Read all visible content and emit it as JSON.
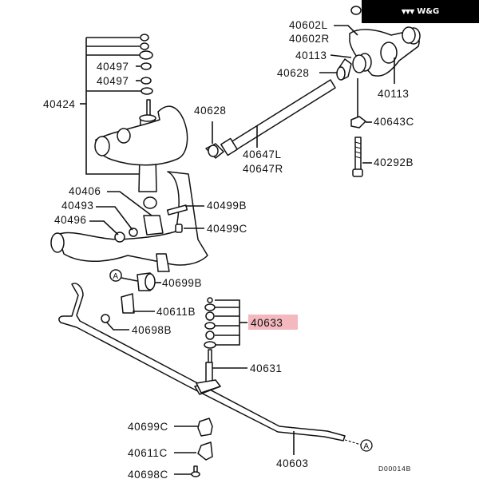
{
  "brand": {
    "logo_icon": "triple-chevron-logo-icon",
    "logo_glyph": "▼▼▼",
    "name": "W&G"
  },
  "highlight_color": "#f4b8bf",
  "callouts": {
    "p40602L": "40602L",
    "p40602R": "40602R",
    "p40113a": "40113",
    "p40628a": "40628",
    "p40113b": "40113",
    "p40643C": "40643C",
    "p40292B": "40292B",
    "p40497a": "40497",
    "p40497b": "40497",
    "p40424": "40424",
    "p40628b": "40628",
    "p40647L": "40647L",
    "p40647R": "40647R",
    "p40406": "40406",
    "p40493": "40493",
    "p40496": "40496",
    "p40499B": "40499B",
    "p40499C": "40499C",
    "p40699B": "40699B",
    "p40611B": "40611B",
    "p40698B": "40698B",
    "p40633": "40633",
    "p40631": "40631",
    "p40699C": "40699C",
    "p40611C": "40611C",
    "p40698C": "40698C",
    "p40603": "40603"
  },
  "reference_markers": {
    "a1": "A",
    "a2": "A"
  },
  "diagram_code": "D00014B"
}
